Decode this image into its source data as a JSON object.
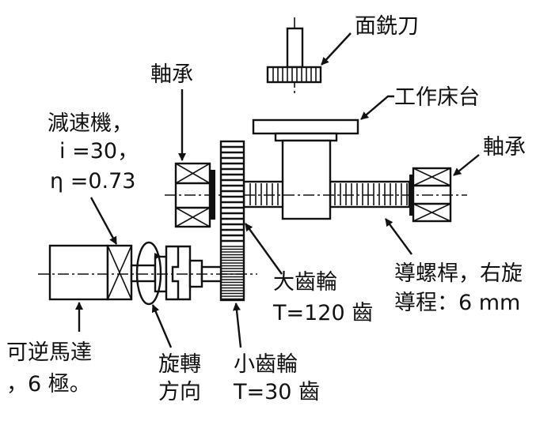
{
  "labels": {
    "face_mill": "面銑刀",
    "work_table": "工作床台",
    "bearing_left": "軸承",
    "bearing_right": "軸承",
    "reducer_line1": "減速機，",
    "reducer_line2": "i =30，",
    "reducer_line3": "η =0.73",
    "large_gear_line1": "大齒輪",
    "large_gear_line2": "T=120 齒",
    "lead_screw_line1": "導螺桿，右旋",
    "lead_screw_line2": "導程：6 mm",
    "motor_line1": "可逆馬達",
    "motor_line2": "，6 極。",
    "rotation_line1": "旋轉",
    "rotation_line2": "方向",
    "small_gear_line1": "小齒輪",
    "small_gear_line2": "T=30 齒"
  }
}
